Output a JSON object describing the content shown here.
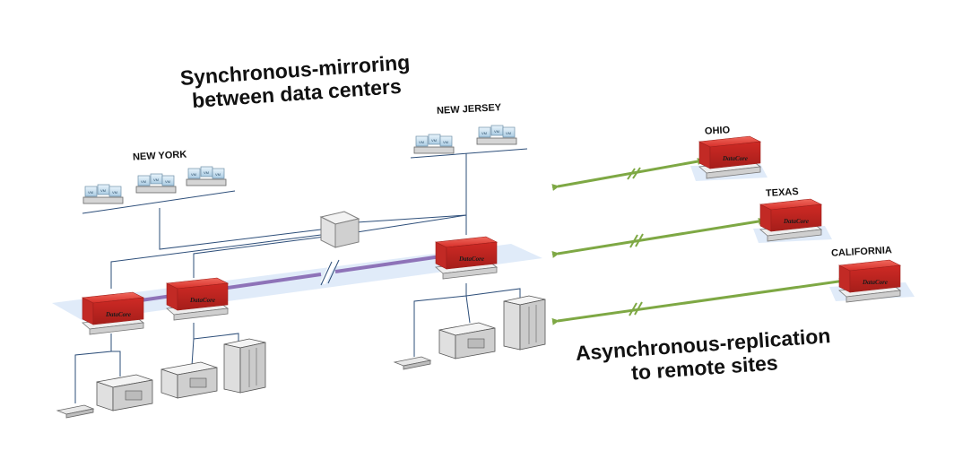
{
  "titles": {
    "sync_line1": "Synchronous-mirroring",
    "sync_line2": "between data centers",
    "async_line1": "Asynchronous-replication",
    "async_line2": "to remote sites"
  },
  "sites": {
    "new_york": "NEW YORK",
    "new_jersey": "NEW JERSEY",
    "ohio": "OHIO",
    "texas": "TEXAS",
    "california": "CALIFORNIA"
  },
  "appliance_brand": "DataCore",
  "vm_label": "VM",
  "colors": {
    "appliance_red": "#d9302b",
    "mirror_purple": "#8e73b8",
    "replication_green": "#7ea844",
    "network_blue": "#2e4f7a",
    "band_blue": "#dde9f8"
  }
}
